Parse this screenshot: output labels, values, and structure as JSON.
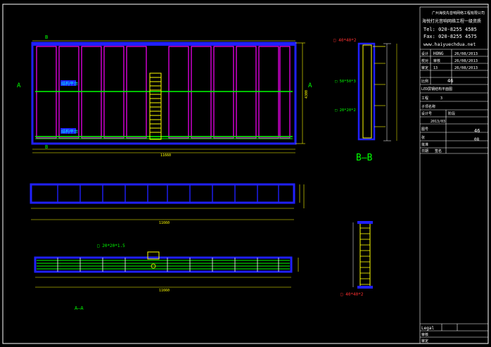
{
  "title_block": {
    "company": "广州海悦先音响网络工程有限公司",
    "company2": "海悦打光音响网络工程一级资质",
    "tel": "Tel: 020-8255  4585",
    "fax": "Fax: 020-8255  4575",
    "web": "www.haiyuechdua.net",
    "rows": [
      {
        "k": "设计",
        "v": "HONG",
        "d": "26/08/2013"
      },
      {
        "k": "校对",
        "v": "审核",
        "d": "26/08/2013"
      },
      {
        "k": "审定",
        "v": "13",
        "d": "26/08/2013"
      }
    ],
    "scale_label": "比例",
    "scale_value": "46",
    "drawing_name": "LED屏钢结构平面图",
    "project_label": "工程",
    "project_value": "3",
    "sub_label": "子项名称",
    "design_no_label": "设计号",
    "design_no_value": "2013/03",
    "stage_label": "阶段",
    "sheet_label": "图号",
    "sheet_value": "46",
    "page_label": "张",
    "page_value": "08",
    "approve_label": "批准",
    "approve_value": "签名",
    "date_label": "日期",
    "footer1": "Legal",
    "footer2": "审核",
    "footer3": "审定"
  },
  "labels": {
    "section_bb": "B—B",
    "section_aa": "A—A",
    "mark_a_left": "A",
    "mark_a_right": "A",
    "mark_b_top": "B",
    "mark_b_bottom": "B",
    "pipe_top": "□ 40*40*2",
    "pipe_mid": "□ 20*20*1.5",
    "pipe_small": "□ 50*50*3",
    "pipe_side": "□ 20*20*2",
    "pipe_bottom": "□ 40*40*2",
    "dim_width": "11660",
    "dim_height": "4300",
    "zone_a": "结构平台",
    "zone_b": "结构平台"
  },
  "colors": {
    "frame": "#2020ff",
    "magenta": "#ff00ff",
    "green": "#00ff00",
    "yellow": "#ffff00",
    "white": "#ffffff",
    "red": "#ff3030",
    "cyan": "#00ffff"
  }
}
